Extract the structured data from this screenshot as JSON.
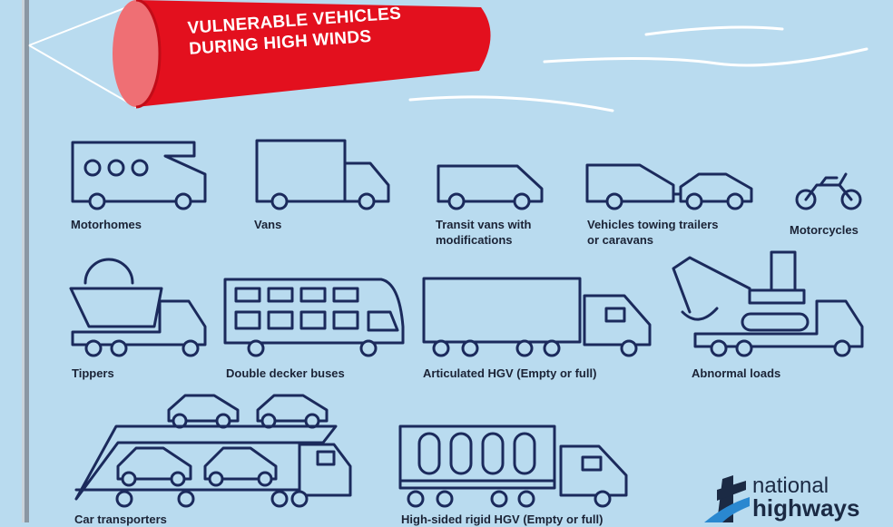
{
  "title": "VULNERABLE VEHICLES\nDURING HIGH WINDS",
  "colors": {
    "background": "#b9dbef",
    "windsock": "#e3101e",
    "line": "#1b2a5c",
    "text": "#1b2336"
  },
  "vehicles": [
    {
      "label": "Motorhomes",
      "icon": "motorhome-icon"
    },
    {
      "label": "Vans",
      "icon": "van-icon"
    },
    {
      "label": "Transit vans with\nmodifications",
      "icon": "transit-van-icon"
    },
    {
      "label": "Vehicles towing trailers\nor caravans",
      "icon": "towing-vehicle-icon"
    },
    {
      "label": "Motorcycles",
      "icon": "motorcycle-icon"
    },
    {
      "label": "Tippers",
      "icon": "tipper-icon"
    },
    {
      "label": "Double decker buses",
      "icon": "double-decker-bus-icon"
    },
    {
      "label": "Articulated HGV (Empty or full)",
      "icon": "articulated-hgv-icon"
    },
    {
      "label": "Abnormal loads",
      "icon": "abnormal-load-icon"
    },
    {
      "label": "Car transporters",
      "icon": "car-transporter-icon"
    },
    {
      "label": "High-sided rigid HGV (Empty or full)",
      "icon": "high-sided-hgv-icon"
    }
  ],
  "logo": {
    "line1": "national",
    "line2": "highways"
  }
}
